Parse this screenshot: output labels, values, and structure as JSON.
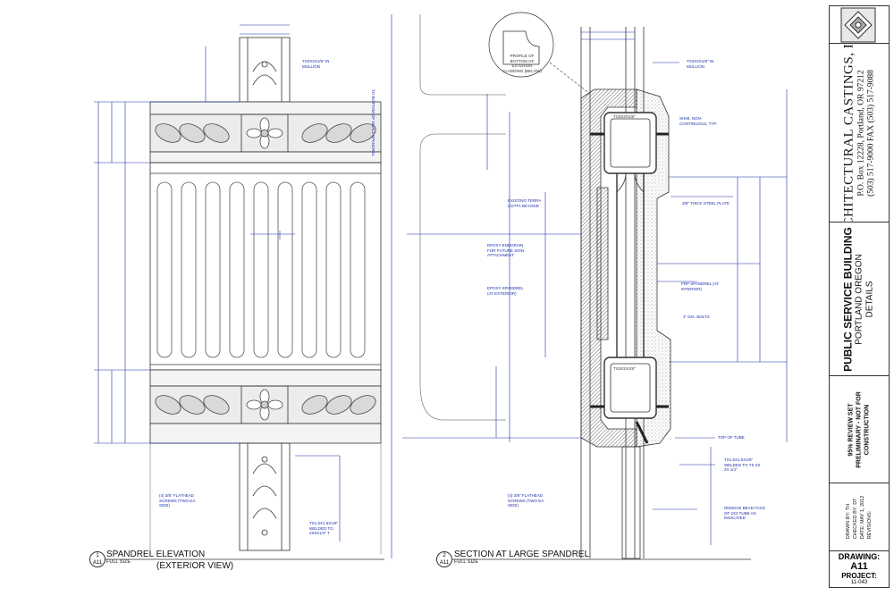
{
  "title_block": {
    "firm_name": "ARCHITECTURAL CASTINGS, INC.",
    "firm_address_1": "P.O. Box 12228, Portland, OR 97212",
    "firm_phone": "(503) 517-9000 FAX (503) 517-9088",
    "project_name": "PUBLIC SERVICE BUILDING",
    "project_location": "PORTLAND OREGON",
    "sheet_subject": "DETAILS",
    "review_set": "95% REVIEW SET",
    "status_note": "PRELIMINARY - NOT FOR CONSTRUCTION",
    "drawn_by": "DRAWN BY: TH",
    "checked_by": "CHECKED BY: DT",
    "date": "DATE: MAY 1, 2012",
    "revisions": "REVISIONS:",
    "drawing_label": "DRAWING:",
    "drawing_number": "A11",
    "project_label": "PROJECT:",
    "project_number": "11-043"
  },
  "views": {
    "left": {
      "number": "1",
      "sheet": "A11",
      "title": "SPANDREL ELEVATION",
      "scale": "FULL SIZE",
      "subtitle": "(EXTERIOR VIEW)"
    },
    "right": {
      "number": "2",
      "sheet": "A11",
      "title": "SECTION AT LARGE SPANDREL",
      "scale": "FULL SIZE"
    }
  },
  "annotations": {
    "profile": "PROFILE OF BOTTOM OF EXTERIOR CLADDING (BELOW)",
    "tskin_mullion_left": "TS3X2X1/8\" IN MULLION",
    "tskin_mullion_right": "TS3X2X1/8\" IN MULLION",
    "shim": "SHIM, NON-CONTINUOUS, TYP.",
    "steel_plate": "3/8\" THICK STEEL PLATE",
    "terra_cotta": "EXISTING TERRA COTTA BEYOND",
    "epoxy_sign": "EPOXY ENDGRAIN FOR FUTURE SIGN ATTACHMENT",
    "epoxy_spandrel": "EPOXY SPANDREL (AT EXTERIOR)",
    "frp_spandrel": "FRP SPANDREL (AT INTERIOR)",
    "dia_bolts": "1\" DIA. BOLTS",
    "flathead_left": "(4) 3/8\" FLATHEAD SCREWS (TWO EA. SIDE)",
    "flathead_right": "(4) 3/8\" FLATHEAD SCREWS (TWO EA. SIDE)",
    "welded_left": "TS1.5X1.5X1/8\" WELDED TO 2X2X1/4\" T",
    "welded_right": "TS1.5X1.5X1/8\" WELDED TO TS 2X 2X 1/4\"",
    "top_of_tube": "TOP OF TUBE",
    "remove_bead": "REMOVE BEAD FACE OF 2X2 TUBE AS INDICATED",
    "bottom_of_spandrel": "TO BOTTOM OF SMALL SPANDREL",
    "tskin_top": "TS3X2X1/8\"",
    "tskin_bottom": "TS3X2X1/8\""
  },
  "colors": {
    "line": "#333333",
    "dimension": "#1b2fa8",
    "hatch": "#555555"
  }
}
